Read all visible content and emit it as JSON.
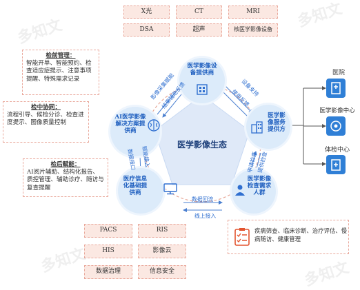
{
  "equipment": [
    "X光",
    "CT",
    "MRI",
    "DSA",
    "超声",
    "核医学影像设备"
  ],
  "systems": [
    "PACS",
    "RIS",
    "HIS",
    "影像云",
    "数据治理",
    "信息安全"
  ],
  "center_label": "医学影像生态",
  "nodes": {
    "equipment_provider": "医学影像设备提供商",
    "service_provider": "医学影像服务提供方",
    "demand_group": "医学影像检查需求人群",
    "it_provider": "医疗信息化基础提供商",
    "ai_provider": "AI医学影像解决方案提供商"
  },
  "edges": {
    "supply": "设备支持",
    "usage_feedback": "使用反馈",
    "apply_exam": "申请检查",
    "provide_exam": "提供检查",
    "data_return": "数据回流",
    "online_access": "线上接入",
    "empower": "赋能接入",
    "data_interface": "数据接口",
    "image_collection": "影像采集赋能",
    "result_feedback": "结果辅助反馈"
  },
  "notes": {
    "pre_exam": {
      "title": "检前管理：",
      "body": "智能开单、智能预约、检查适应症提示、注意事项提醒、特殊需求记录"
    },
    "during_exam": {
      "title": "检中协同：",
      "body": "流程引导、候检分诊、检查进度提示、图像质量控制"
    },
    "post_exam": {
      "title": "检后赋能：",
      "body": "AI阅片辅助、结构化报告、质控管理、辅助诊疗、随访与复查提醒"
    }
  },
  "institutions": [
    "医院",
    "医学影像中心",
    "体检中心"
  ],
  "scenarios": "疾病筛查、临床诊断、治疗评估、慢病随访、健康管理",
  "watermark": "多知文"
}
